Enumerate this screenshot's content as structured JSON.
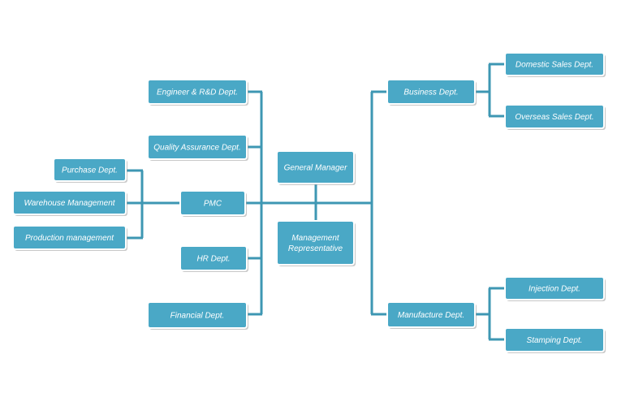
{
  "colors": {
    "box_fill": "#4aa8c6",
    "connector": "#3e97b3",
    "text": "#ffffff"
  },
  "org": {
    "general_manager": "General Manager",
    "management_representative": [
      "Management",
      "Representative"
    ],
    "engineer_rd": "Engineer & R&D Dept.",
    "quality_assurance": "Quality Assurance Dept.",
    "pmc": "PMC",
    "hr": "HR Dept.",
    "financial": "Financial Dept.",
    "purchase": "Purchase Dept.",
    "warehouse": "Warehouse Management",
    "production": "Production management",
    "business": "Business Dept.",
    "domestic_sales": "Domestic Sales Dept.",
    "overseas_sales": "Overseas Sales Dept.",
    "manufacture": "Manufacture Dept.",
    "injection": "Injection Dept.",
    "stamping": "Stamping Dept."
  }
}
